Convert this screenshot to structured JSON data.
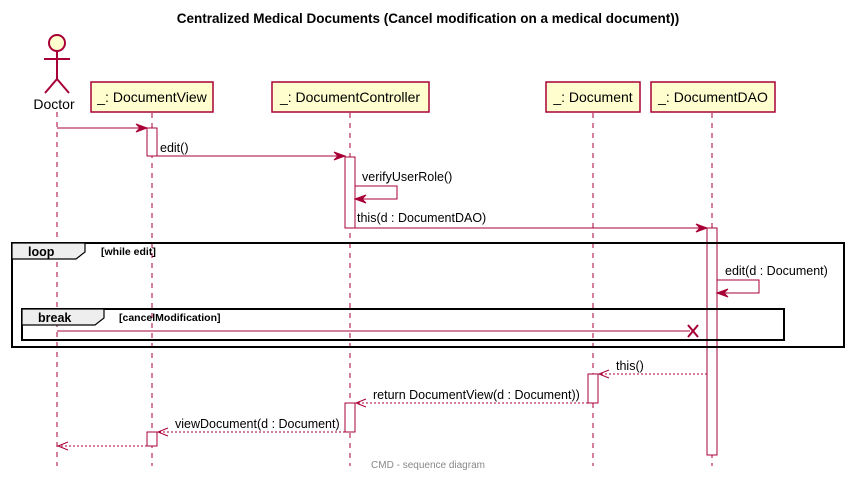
{
  "title": "Centralized Medical Documents (Cancel modification on a medical document))",
  "footer": "CMD - sequence diagram",
  "colors": {
    "line": "#A80036",
    "participant_fill": "#FEFECE",
    "frame_tab": "#EEEEEE"
  },
  "actor": {
    "label": "Doctor"
  },
  "participants": [
    {
      "label": "_: DocumentView"
    },
    {
      "label": "_: DocumentController"
    },
    {
      "label": "_: Document"
    },
    {
      "label": "_: DocumentDAO"
    }
  ],
  "messages": [
    {
      "label": ""
    },
    {
      "label": "edit()"
    },
    {
      "label": "verifyUserRole()"
    },
    {
      "label": "this(d : DocumentDAO)"
    },
    {
      "label": "edit(d : Document)"
    },
    {
      "label": ""
    },
    {
      "label": "this()"
    },
    {
      "label": "return DocumentView(d : Document))"
    },
    {
      "label": "viewDocument(d : Document)"
    },
    {
      "label": ""
    }
  ],
  "fragments": [
    {
      "operator": "loop",
      "guard": "[while edit]"
    },
    {
      "operator": "break",
      "guard": "[cancelModification]"
    }
  ]
}
